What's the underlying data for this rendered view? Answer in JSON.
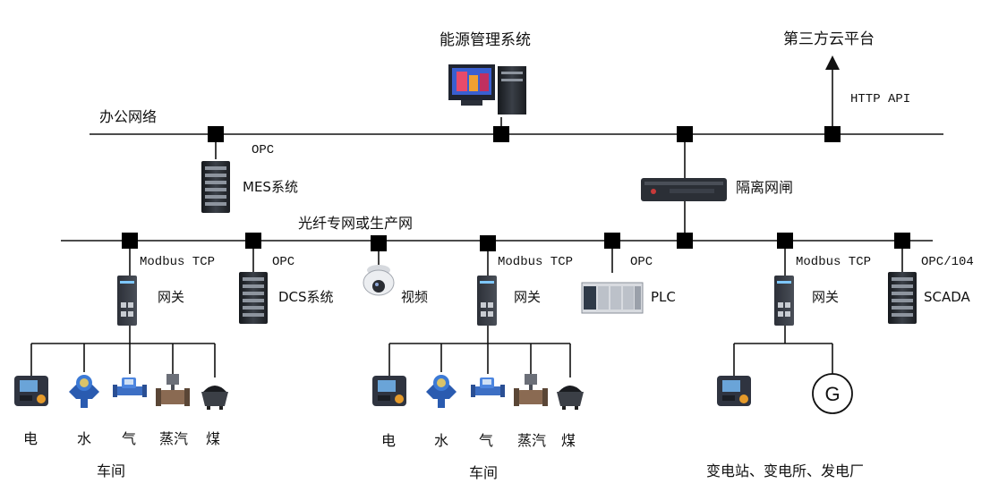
{
  "energy_system": "能源管理系统",
  "third_party": "第三方云平台",
  "http_api": "HTTP API",
  "office_network": "办公网络",
  "opc_top": "OPC",
  "mes": "MES系统",
  "gatekeeper": "隔离网闸",
  "fiber_network": "光纤专网或生产网",
  "left_group": {
    "protocol": "Modbus TCP",
    "gateway": "网关",
    "items": [
      "电",
      "水",
      "气",
      "蒸汽",
      "煤"
    ],
    "caption": "车间"
  },
  "dcs": {
    "protocol": "OPC",
    "label": "DCS系统"
  },
  "video": "视频",
  "mid_group": {
    "protocol": "Modbus TCP",
    "gateway": "网关",
    "items": [
      "电",
      "水",
      "气",
      "蒸汽",
      "煤"
    ],
    "caption": "车间"
  },
  "plc": {
    "protocol": "OPC",
    "label": "PLC"
  },
  "right_group": {
    "protocol": "Modbus TCP",
    "gateway": "网关",
    "generator_symbol": "G",
    "caption": "变电站、变电所、发电厂"
  },
  "scada": {
    "protocol": "OPC/104",
    "label": "SCADA"
  },
  "colors": {
    "line": "#111111",
    "node": "#000000",
    "device_dark": "#2b2f36",
    "screen_blue": "#3a5fd0"
  }
}
